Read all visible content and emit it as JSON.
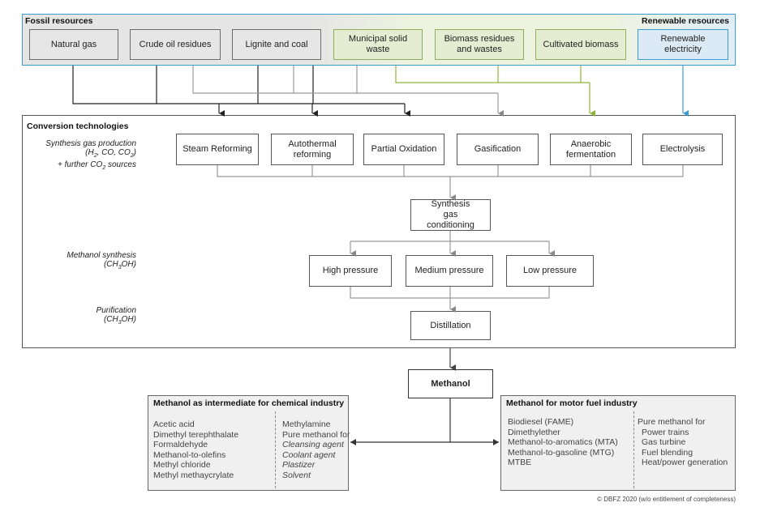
{
  "resources": {
    "fossil_title": "Fossil resources",
    "renewable_title": "Renewable resources",
    "items": [
      {
        "label": "Natural gas"
      },
      {
        "label": "Crude oil residues"
      },
      {
        "label": "Lignite and coal"
      },
      {
        "label": "Municipal solid waste"
      },
      {
        "label": "Biomass residues and wastes"
      },
      {
        "label": "Cultivated biomass"
      },
      {
        "label": "Renewable electricity"
      }
    ]
  },
  "conversion": {
    "title": "Conversion technologies",
    "stage_syngas": [
      "Synthesis gas production",
      "(H2, CO, CO2)",
      "+ further CO2 sources"
    ],
    "technologies": [
      {
        "label": "Steam Reforming"
      },
      {
        "label": "Autothermal reforming"
      },
      {
        "label": "Partial Oxidation"
      },
      {
        "label": "Gasification"
      },
      {
        "label": "Anaerobic fermentation"
      },
      {
        "label": "Electrolysis"
      }
    ],
    "conditioning": "Synthesis gas conditioning",
    "stage_methanol": [
      "Methanol synthesis",
      "(CH3OH)"
    ],
    "pressures": [
      {
        "label": "High pressure"
      },
      {
        "label": "Medium pressure"
      },
      {
        "label": "Low pressure"
      }
    ],
    "stage_purification": [
      "Purification",
      "(CH3OH)"
    ],
    "distillation": "Distillation"
  },
  "methanol": "Methanol",
  "chemical": {
    "title": "Methanol as intermediate for chemical industry",
    "left": [
      "Acetic acid",
      "Dimethyl terephthalate",
      "Formaldehyde",
      "Methanol-to-olefins",
      "Methyl chloride",
      "Methyl methaycrylate"
    ],
    "right_plain": [
      "Methylamine",
      "Pure methanol for"
    ],
    "right_italic": [
      "Cleansing agent",
      "Coolant agent",
      "Plastizer",
      "Solvent"
    ]
  },
  "fuel": {
    "title": "Methanol for motor fuel industry",
    "left": [
      "Biodiesel (FAME)",
      "Dimethylether",
      "Methanol-to-aromatics (MTA)",
      "Methanol-to-gasoline (MTG)",
      "MTBE"
    ],
    "right": [
      "Pure methanol for",
      "Power trains",
      "Gas turbine",
      "Fuel blending",
      "Heat/power generation"
    ]
  },
  "copyright": "© DBFZ 2020 (w/o entitlement of completeness)",
  "colors": {
    "fossil": "#6b6b6b",
    "biomass": "#8fb33a",
    "electric": "#3b9bd6",
    "line": "#555555"
  }
}
